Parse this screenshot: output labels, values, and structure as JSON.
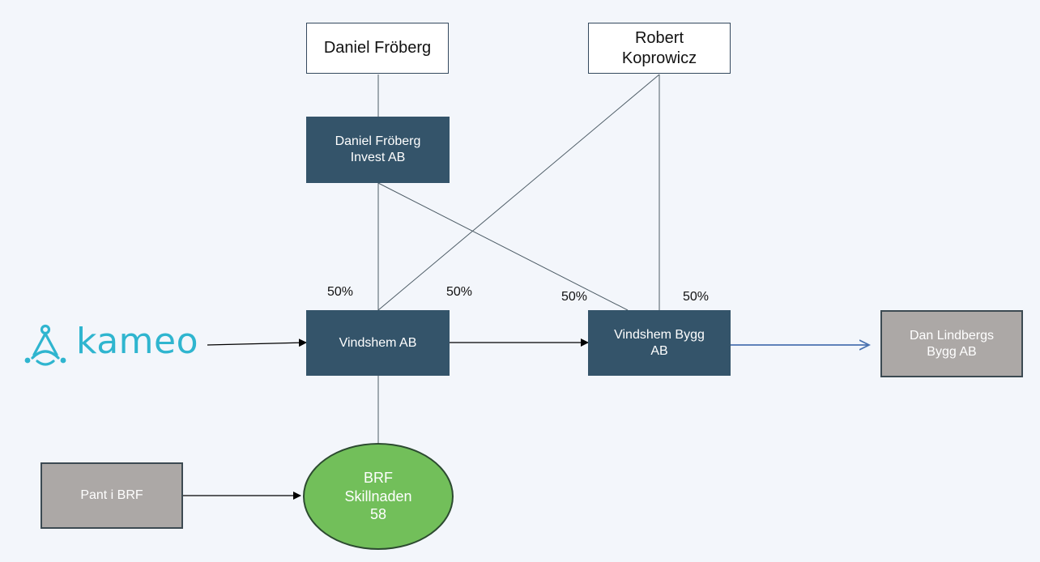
{
  "nodes": {
    "daniel": "Daniel Fröberg",
    "robert": "Robert\nKoprowicz",
    "dfinvest": "Daniel Fröberg\nInvest AB",
    "vindshem": "Vindshem AB",
    "vindshem_bygg": "Vindshem Bygg\nAB",
    "dan_lindberg": "Dan Lindbergs\nBygg AB",
    "pant": "Pant i BRF",
    "brf": "BRF\nSkillnaden\n58"
  },
  "logo": {
    "text": "kameo",
    "icon": "kameo-logo-icon"
  },
  "ownership": {
    "vindshem_left": "50%",
    "vindshem_right": "50%",
    "bygg_left": "50%",
    "bygg_right": "50%"
  },
  "colors": {
    "company": "#34546a",
    "grey": "#aca8a6",
    "brf": "#72bf5a",
    "kameo": "#2fb5cf",
    "arrow_blue": "#4a72b0"
  }
}
